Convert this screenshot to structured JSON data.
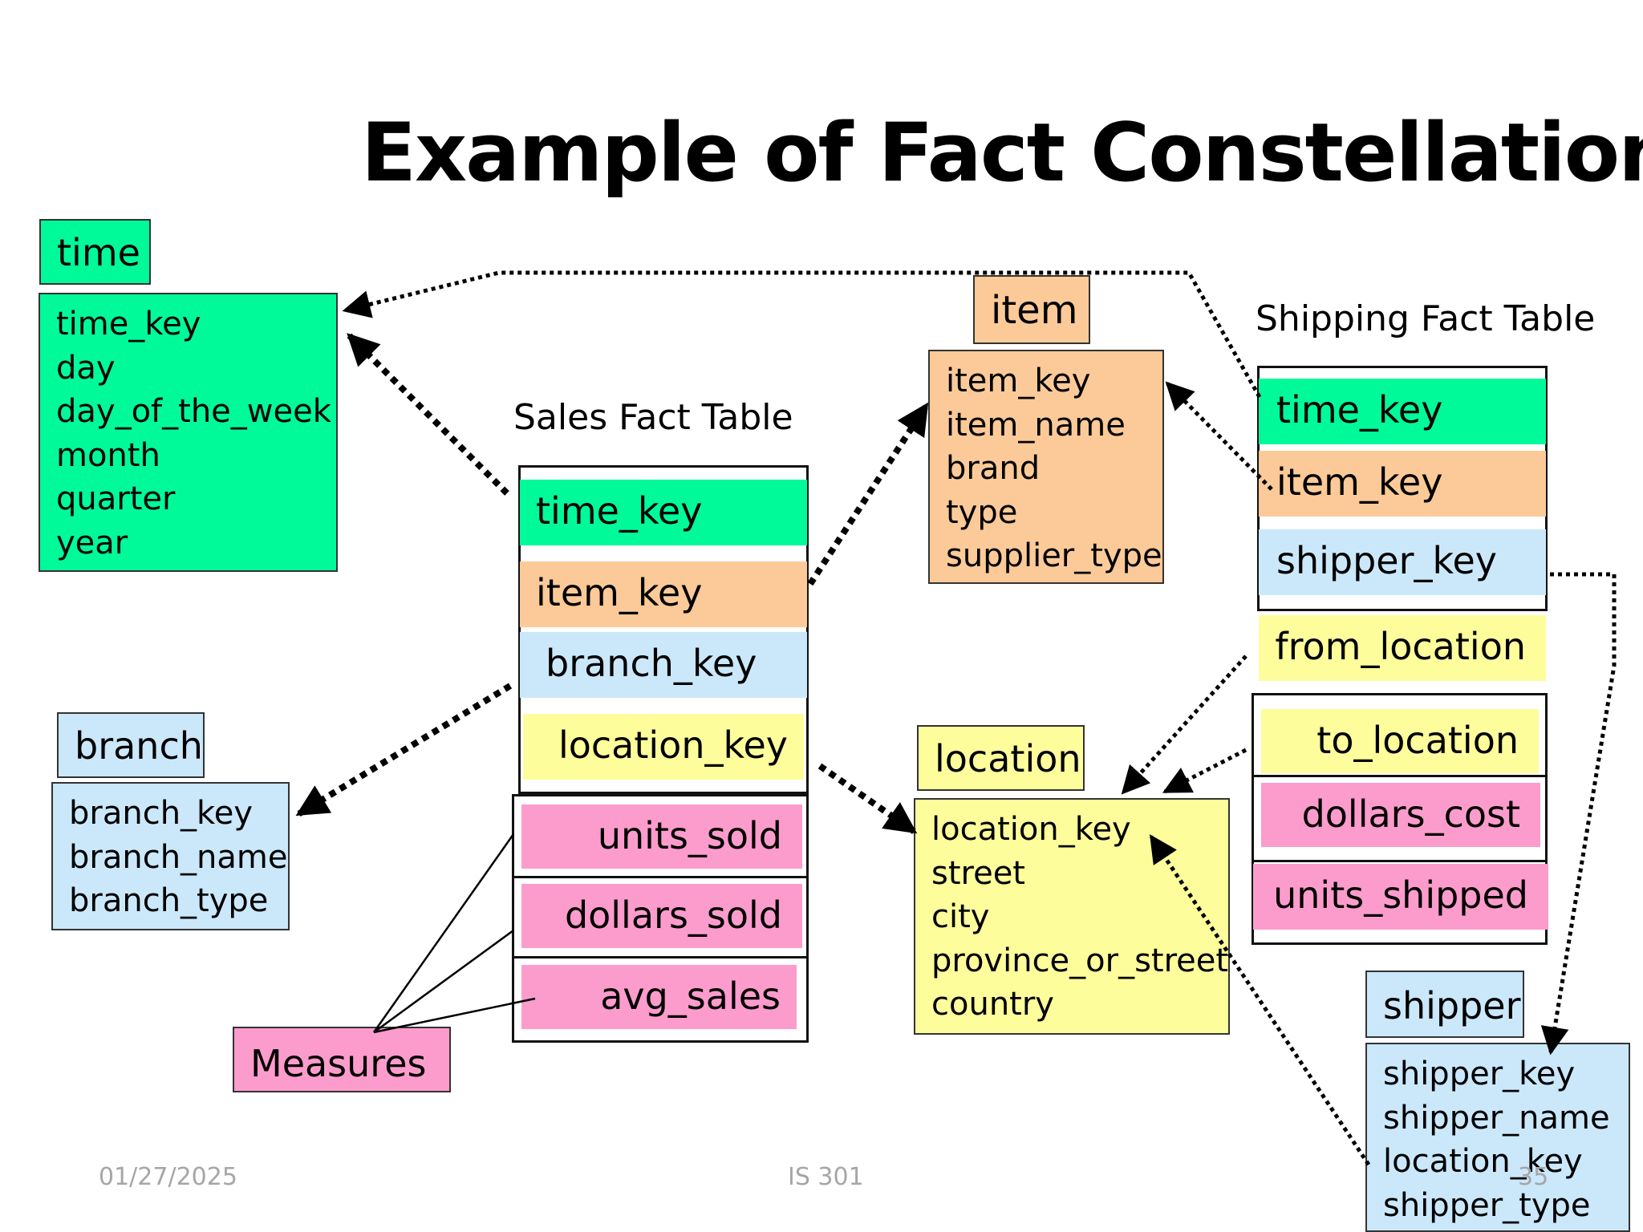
{
  "title": "Example of Fact Constellation",
  "time": {
    "header": "time",
    "fields": [
      "time_key",
      "day",
      "day_of_the_week",
      "month",
      "quarter",
      "year"
    ]
  },
  "item": {
    "header": "item",
    "fields": [
      "item_key",
      "item_name",
      "brand",
      "type",
      "supplier_type"
    ]
  },
  "branch": {
    "header": "branch",
    "fields": [
      "branch_key",
      "branch_name",
      "branch_type"
    ]
  },
  "location": {
    "header": "location",
    "fields": [
      "location_key",
      "street",
      "city",
      "province_or_street",
      "country"
    ]
  },
  "shipper": {
    "header": "shipper",
    "fields": [
      "shipper_key",
      "shipper_name",
      "location_key",
      "shipper_type"
    ]
  },
  "sales": {
    "caption": "Sales Fact Table",
    "keys": [
      "time_key",
      "item_key",
      "branch_key",
      "location_key"
    ],
    "measures": [
      "units_sold",
      "dollars_sold",
      "avg_sales"
    ]
  },
  "shipping": {
    "caption": "Shipping Fact Table",
    "keys": [
      "time_key",
      "item_key",
      "shipper_key",
      "from_location",
      "to_location"
    ],
    "measures": [
      "dollars_cost",
      "units_shipped"
    ]
  },
  "measures_label": "Measures",
  "footer": {
    "date": "01/27/2025",
    "course": "IS 301",
    "page": "35"
  },
  "colors": {
    "time": "#00fa9a",
    "item": "#fbca98",
    "branch": "#cbe8fb",
    "location": "#fdfd9c",
    "measure": "#fc9ccc"
  }
}
